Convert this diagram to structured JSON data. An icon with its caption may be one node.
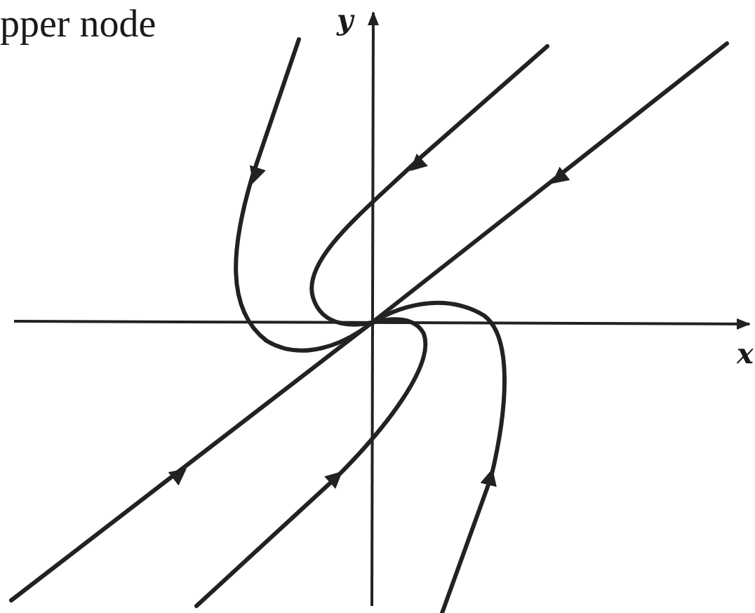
{
  "diagram": {
    "labels": [
      "pper node",
      "y",
      "x"
    ]
  }
}
